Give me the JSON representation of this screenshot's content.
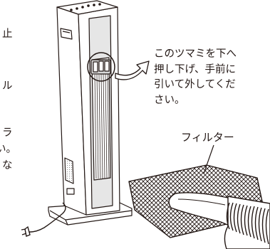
{
  "callout_instruction": [
    "このツマミを下へ",
    "押し下げ、手前に",
    "引いて外してくだ",
    "さい。"
  ],
  "filter_label": "フィルター",
  "left_edge_fragments": [
    "止",
    "ル",
    "ラ",
    "い。",
    "な"
  ],
  "colors": {
    "line": "#231815",
    "gray": "#b5b5b5",
    "light_gray": "#e6e6e6",
    "white": "#ffffff"
  },
  "icons": [
    "fan-heater",
    "filter-sheet",
    "vacuum-hose",
    "power-plug",
    "curved-arrow",
    "callout-circle"
  ]
}
